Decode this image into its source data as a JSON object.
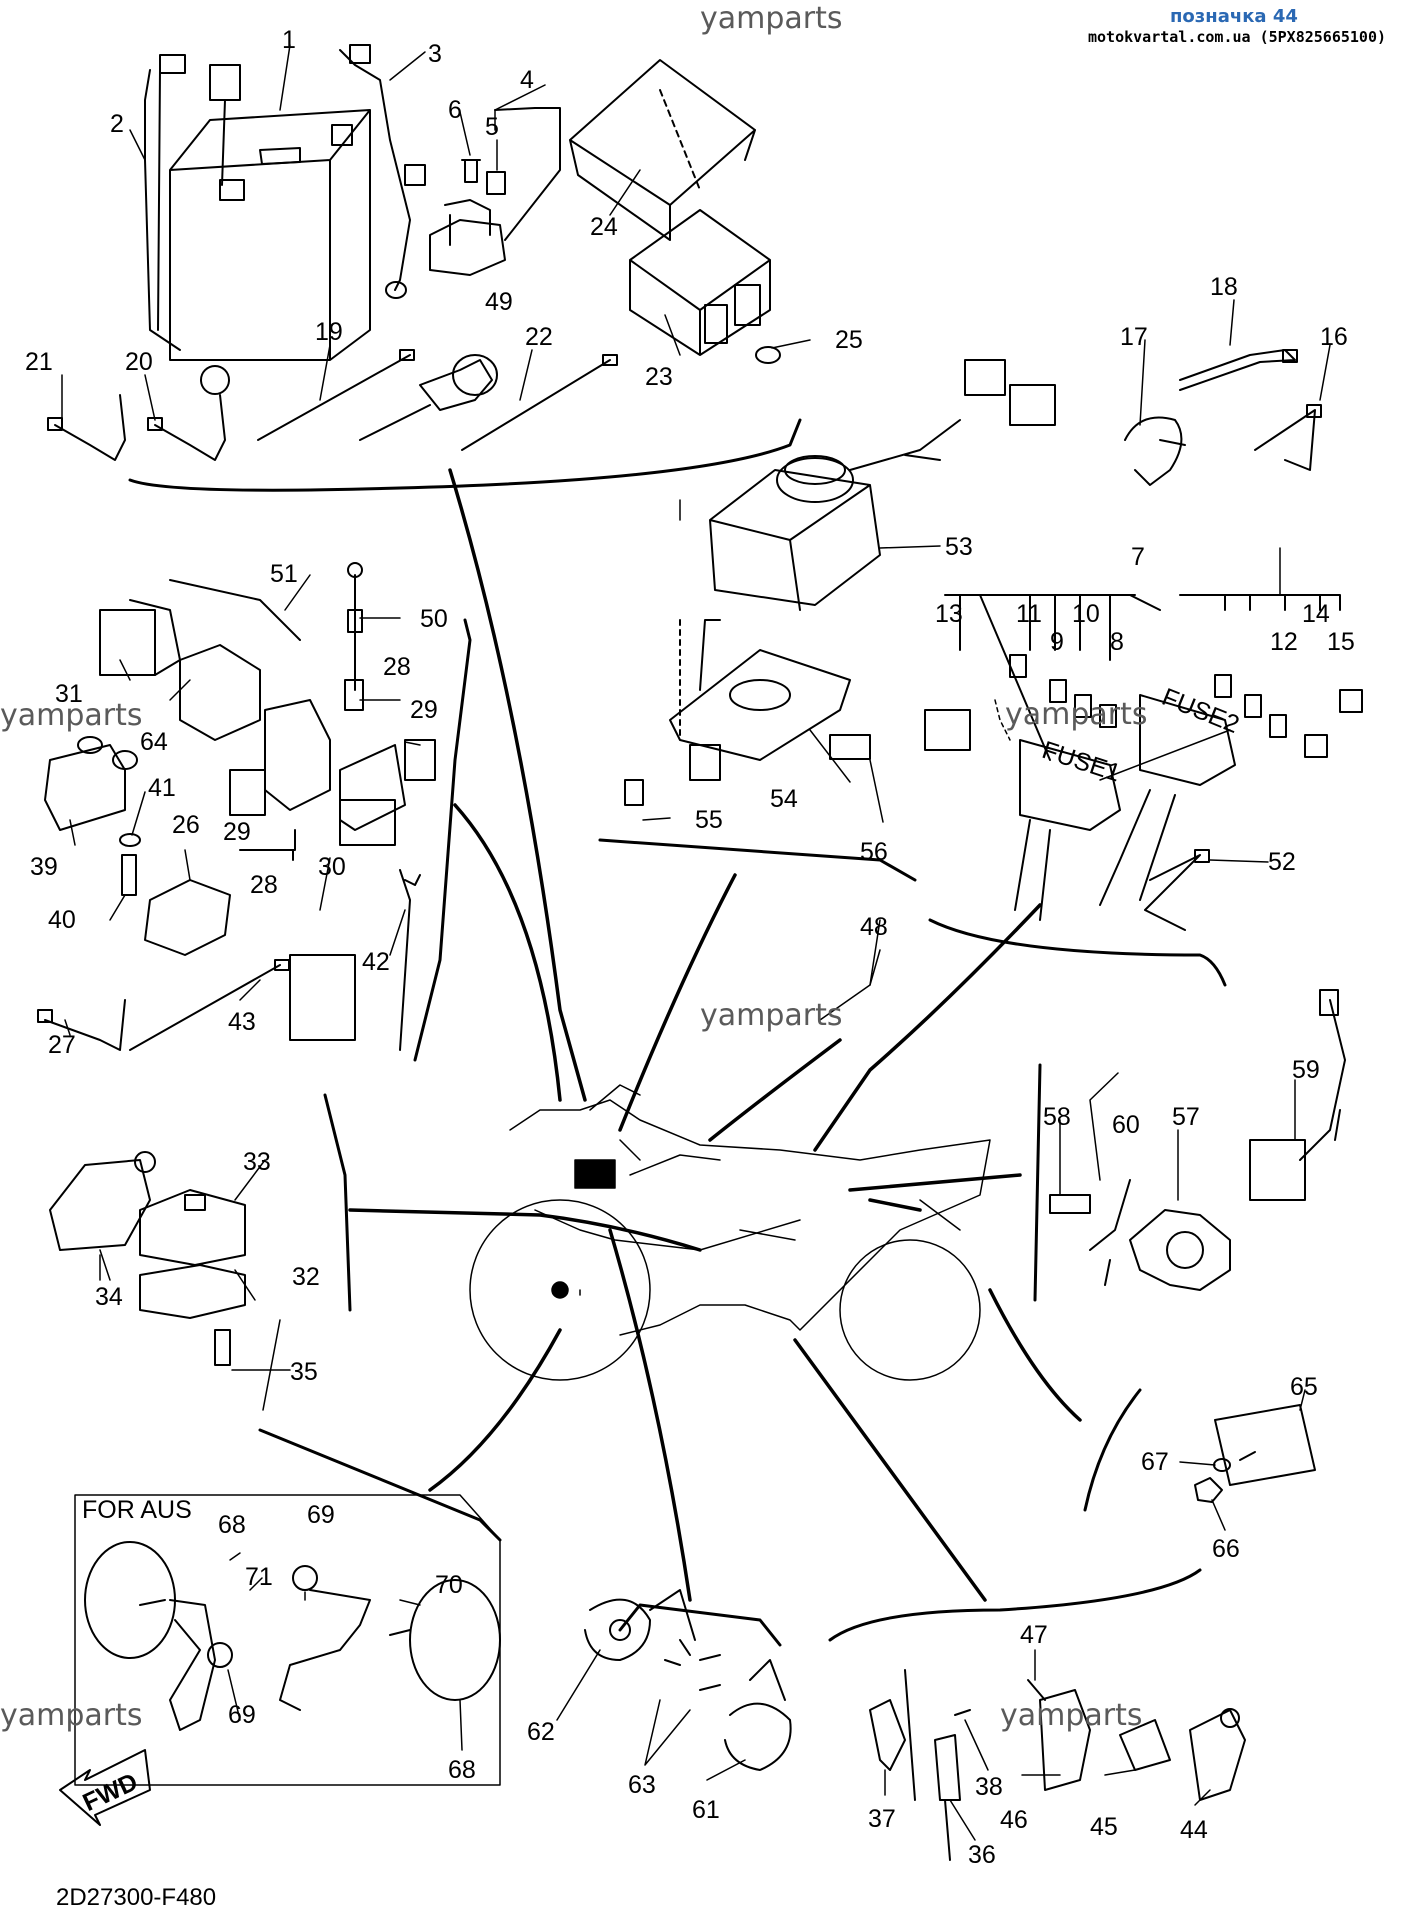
{
  "header": {
    "title": "позначка 44",
    "subtitle": "motokvartal.com.ua (5PX825665100)"
  },
  "watermark": "yamparts",
  "diagram_code": "2D27300-F480",
  "fwd_label": "FWD",
  "aus_label": "FOR AUS",
  "fuse_labels": [
    "FUSE1",
    "FUSE2"
  ],
  "callouts": [
    "1",
    "2",
    "3",
    "4",
    "5",
    "6",
    "7",
    "8",
    "9",
    "10",
    "11",
    "12",
    "13",
    "14",
    "15",
    "16",
    "17",
    "18",
    "19",
    "20",
    "21",
    "22",
    "23",
    "24",
    "25",
    "26",
    "27",
    "28",
    "29",
    "30",
    "31",
    "32",
    "33",
    "34",
    "35",
    "36",
    "37",
    "38",
    "39",
    "40",
    "41",
    "42",
    "43",
    "44",
    "45",
    "46",
    "47",
    "48",
    "49",
    "50",
    "51",
    "52",
    "53",
    "54",
    "55",
    "56",
    "57",
    "58",
    "59",
    "60",
    "61",
    "62",
    "63",
    "64",
    "65",
    "66",
    "67",
    "68",
    "69",
    "70",
    "71"
  ]
}
